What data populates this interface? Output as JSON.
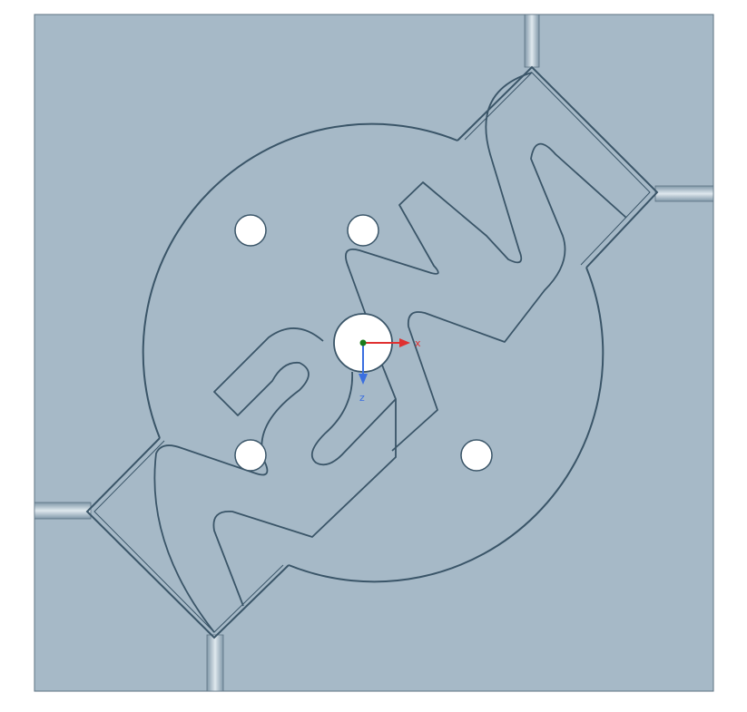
{
  "viewport": {
    "background": "#ffffff",
    "panel_color": "#a6b9c7",
    "outline_color": "#3a5568",
    "hole_color": "#ffffff"
  },
  "triad": {
    "x_label": "x",
    "z_label": "z",
    "x_color": "#e03030",
    "z_color": "#3a6fe0",
    "origin_color": "#1a7a1a"
  },
  "part": {
    "mounting_holes": 4,
    "center_bore": 1,
    "serpentine_channels": 2,
    "corner_ribs": 4
  }
}
